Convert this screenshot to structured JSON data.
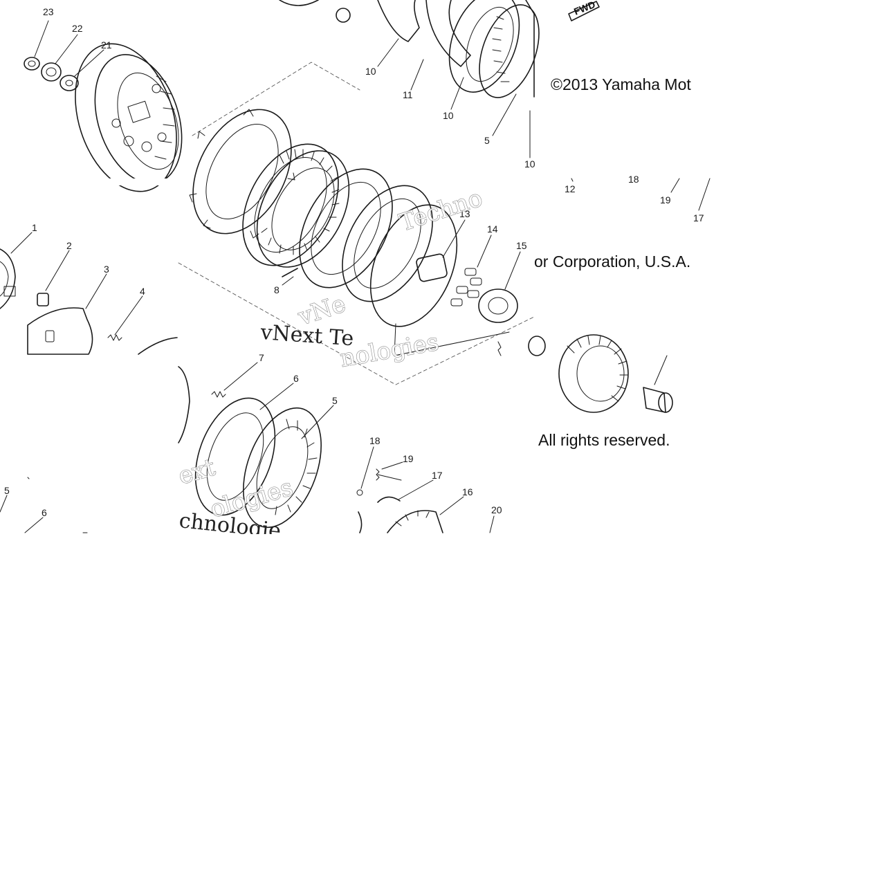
{
  "copyright": {
    "line1": "©2013 Yamaha Mot",
    "line2": "or Corporation, U.S.A.",
    "line3": "All rights reserved."
  },
  "watermark": {
    "line_a": "vNext Te",
    "line_b": "Techno",
    "line_c": "nologies",
    "line_d": "chnologie",
    "line_e": "ext",
    "line_f": "ologies",
    "line_g": "vNe"
  },
  "fwd_label": "FWD",
  "callouts": {
    "c23": "23",
    "c22": "22",
    "c21": "21",
    "c1": "1",
    "c2": "2",
    "c3": "3",
    "c4": "4",
    "c5a": "5",
    "c6a": "6",
    "c8": "8",
    "c13": "13",
    "c14": "14",
    "c15": "15",
    "c10a": "10",
    "c11": "11",
    "c10b": "10",
    "c5b": "5",
    "c10c": "10",
    "c12": "12",
    "c18a": "18",
    "c19a": "19",
    "c17a": "17",
    "c7": "7",
    "c6b": "6",
    "c5c": "5",
    "c18b": "18",
    "c19b": "19",
    "c17b": "17",
    "c16": "16",
    "c20": "20"
  }
}
